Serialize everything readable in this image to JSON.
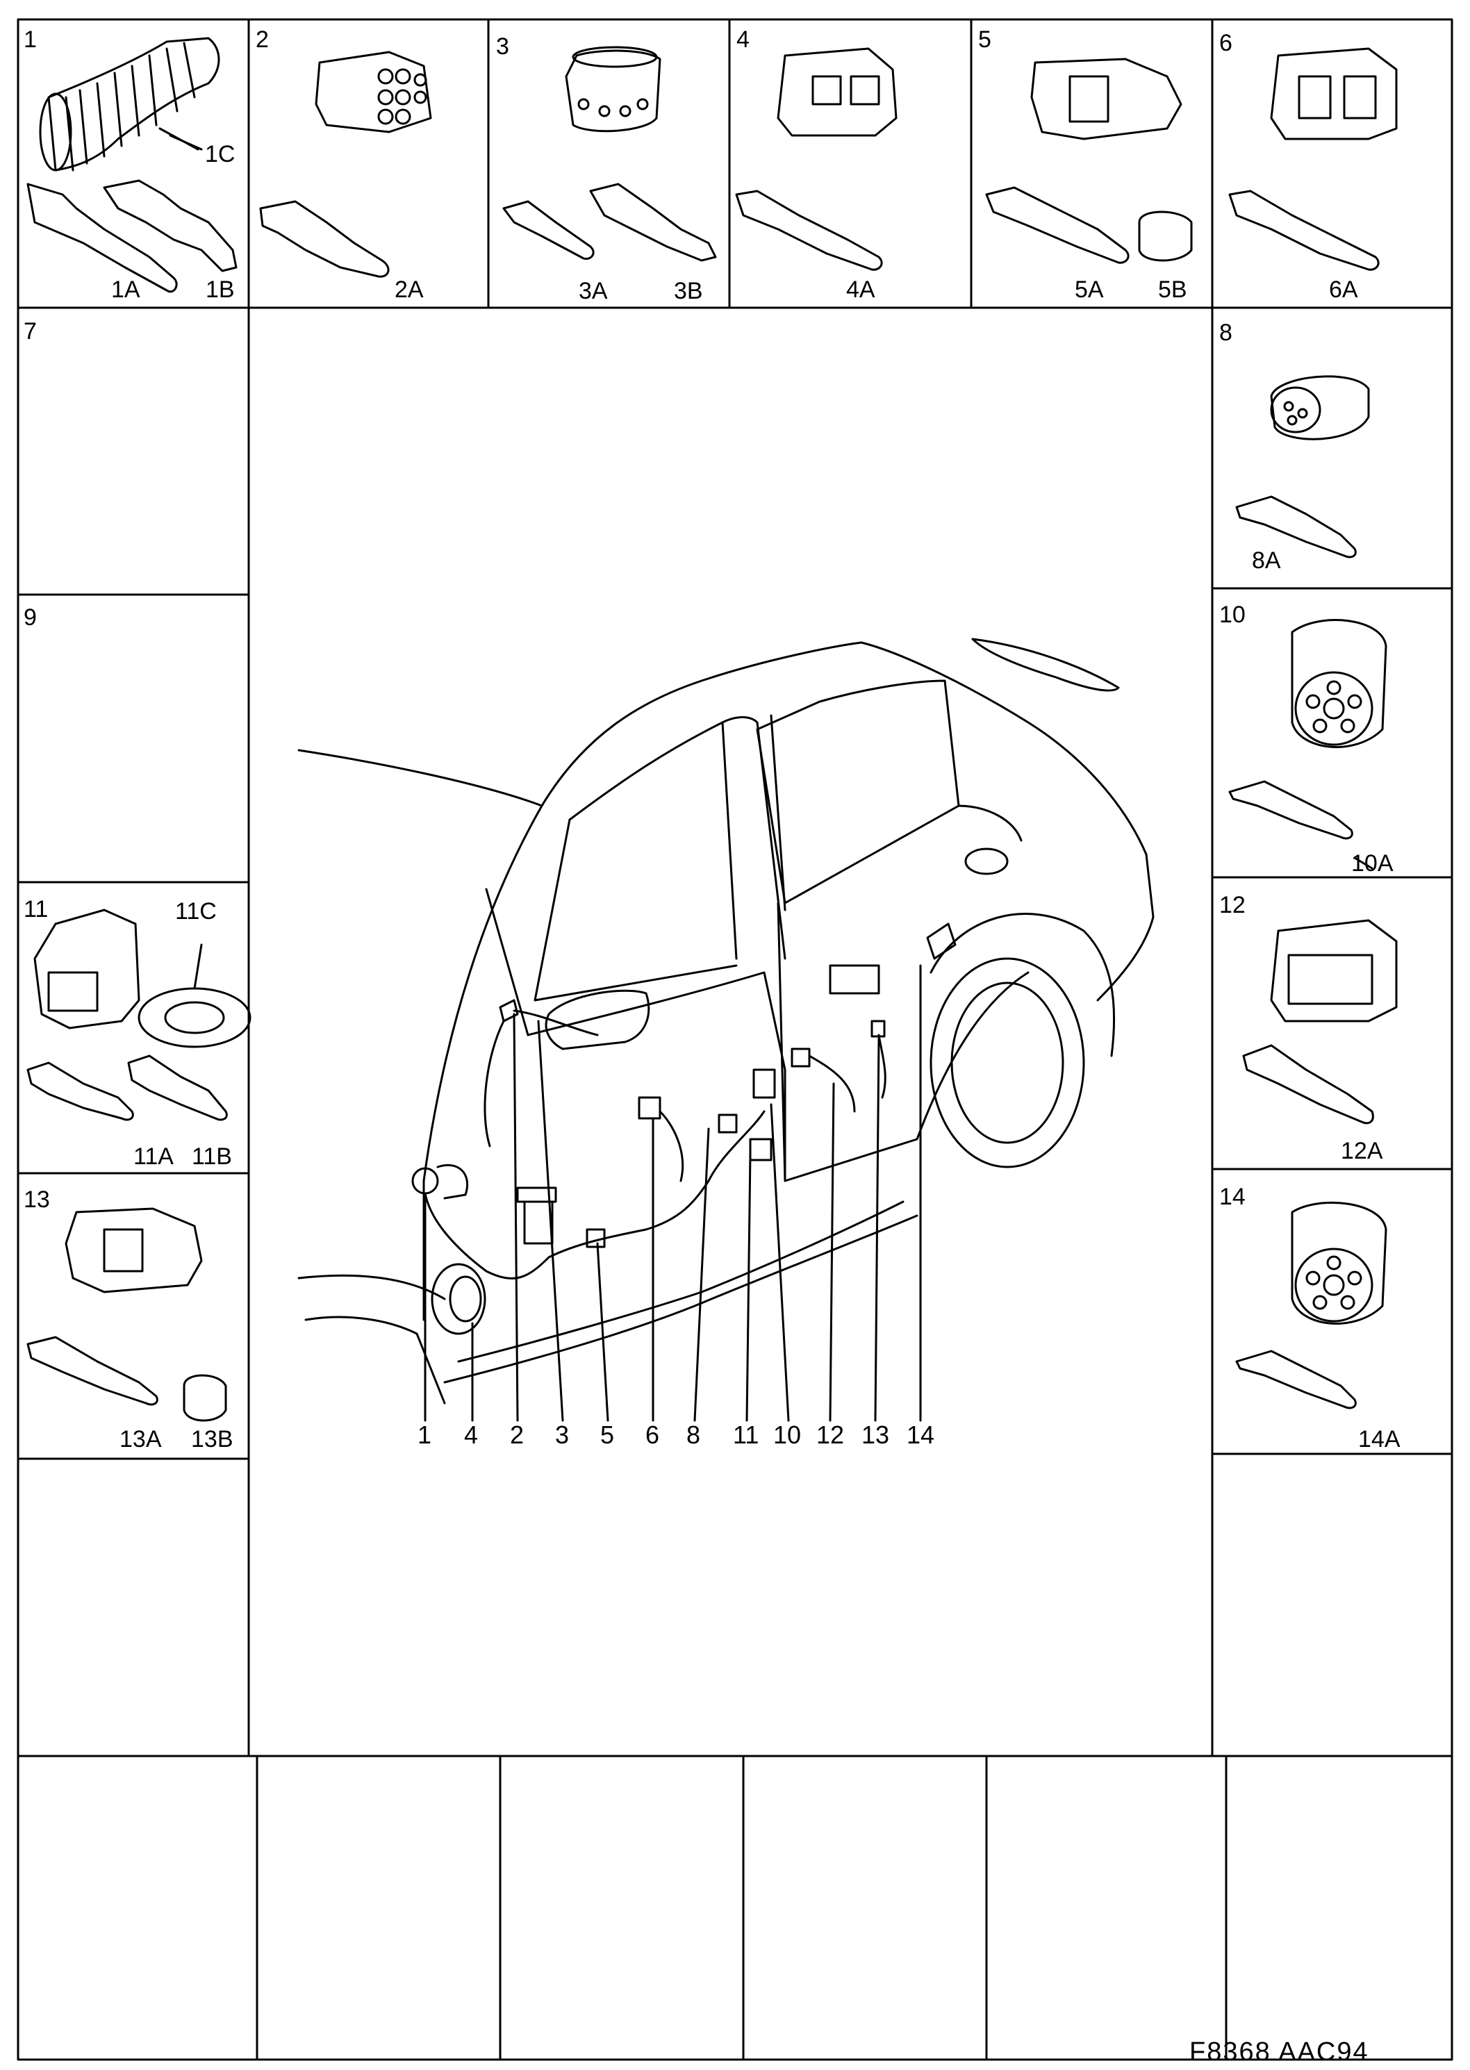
{
  "figure_ref": "F8368  AAC94",
  "boxes": [
    {
      "id": "1",
      "parts": [
        "1C",
        "1A",
        "1B"
      ]
    },
    {
      "id": "2",
      "parts": [
        "2A"
      ]
    },
    {
      "id": "3",
      "parts": [
        "3A",
        "3B"
      ]
    },
    {
      "id": "4",
      "parts": [
        "4A"
      ]
    },
    {
      "id": "5",
      "parts": [
        "5A",
        "5B"
      ]
    },
    {
      "id": "6",
      "parts": [
        "6A"
      ]
    },
    {
      "id": "7",
      "parts": []
    },
    {
      "id": "8",
      "parts": [
        "8A"
      ]
    },
    {
      "id": "9",
      "parts": []
    },
    {
      "id": "10",
      "parts": [
        "10A"
      ]
    },
    {
      "id": "11",
      "parts": [
        "11C",
        "11A",
        "11B"
      ]
    },
    {
      "id": "12",
      "parts": [
        "12A"
      ]
    },
    {
      "id": "13",
      "parts": [
        "13A",
        "13B"
      ]
    },
    {
      "id": "14",
      "parts": [
        "14A"
      ]
    }
  ],
  "callouts": [
    "1",
    "4",
    "2",
    "3",
    "5",
    "6",
    "8",
    "11",
    "10",
    "12",
    "13",
    "14"
  ]
}
